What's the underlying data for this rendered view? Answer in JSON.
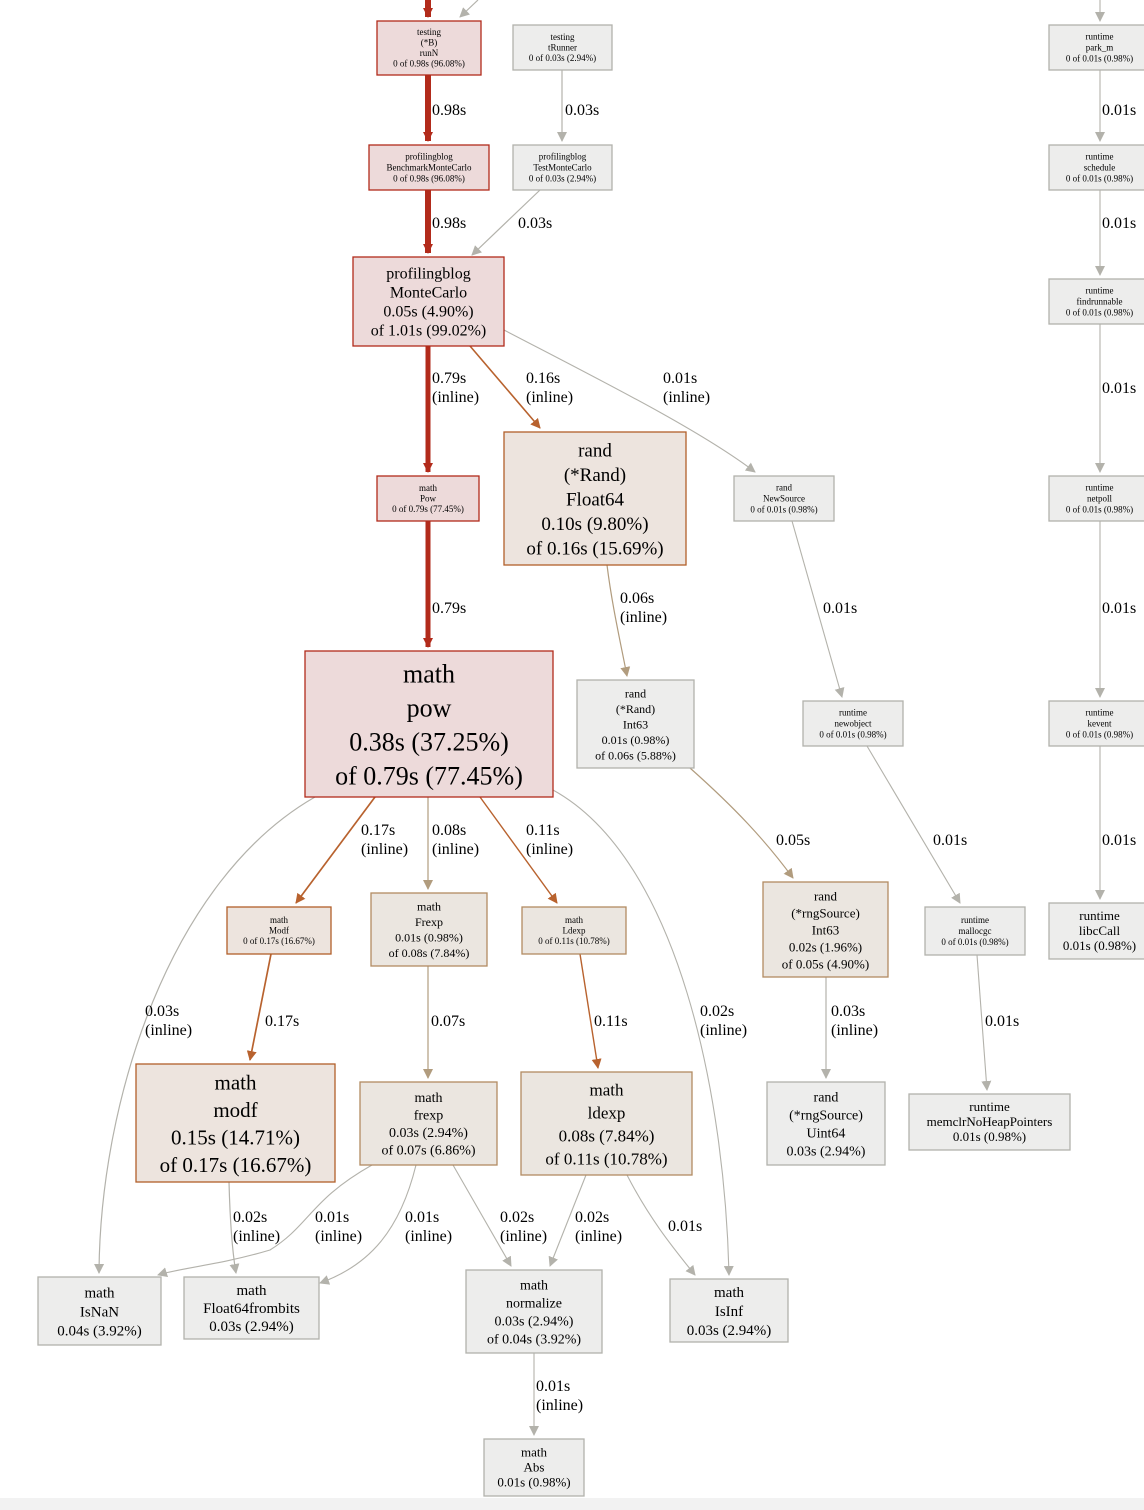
{
  "nodes": {
    "testing_runN": [
      "testing",
      "(*B)",
      "runN",
      "0 of 0.98s (96.08%)"
    ],
    "testing_tRunner": [
      "testing",
      "tRunner",
      "0 of 0.03s (2.94%)"
    ],
    "benchmark_montecarlo": [
      "profilingblog",
      "BenchmarkMonteCarlo",
      "0 of 0.98s (96.08%)"
    ],
    "test_montecarlo": [
      "profilingblog",
      "TestMonteCarlo",
      "0 of 0.03s (2.94%)"
    ],
    "montecarlo": [
      "profilingblog",
      "MonteCarlo",
      "0.05s (4.90%)",
      "of 1.01s (99.02%)"
    ],
    "math_Pow": [
      "math",
      "Pow",
      "0 of 0.79s (77.45%)"
    ],
    "rand_float64": [
      "rand",
      "(*Rand)",
      "Float64",
      "0.10s (9.80%)",
      "of 0.16s (15.69%)"
    ],
    "rand_newsource": [
      "rand",
      "NewSource",
      "0 of 0.01s (0.98%)"
    ],
    "math_pow": [
      "math",
      "pow",
      "0.38s (37.25%)",
      "of 0.79s (77.45%)"
    ],
    "rand_int63": [
      "rand",
      "(*Rand)",
      "Int63",
      "0.01s (0.98%)",
      "of 0.06s (5.88%)"
    ],
    "runtime_newobject": [
      "runtime",
      "newobject",
      "0 of 0.01s (0.98%)"
    ],
    "math_Modf": [
      "math",
      "Modf",
      "0 of 0.17s (16.67%)"
    ],
    "math_Frexp": [
      "math",
      "Frexp",
      "0.01s (0.98%)",
      "of 0.08s (7.84%)"
    ],
    "math_Ldexp": [
      "math",
      "Ldexp",
      "0 of 0.11s (10.78%)"
    ],
    "rngsource_int63": [
      "rand",
      "(*rngSource)",
      "Int63",
      "0.02s (1.96%)",
      "of 0.05s (4.90%)"
    ],
    "runtime_mallocgc": [
      "runtime",
      "mallocgc",
      "0 of 0.01s (0.98%)"
    ],
    "math_modf": [
      "math",
      "modf",
      "0.15s (14.71%)",
      "of 0.17s (16.67%)"
    ],
    "math_frexp": [
      "math",
      "frexp",
      "0.03s (2.94%)",
      "of 0.07s (6.86%)"
    ],
    "math_ldexp": [
      "math",
      "ldexp",
      "0.08s (7.84%)",
      "of 0.11s (10.78%)"
    ],
    "rngsource_uint64": [
      "rand",
      "(*rngSource)",
      "Uint64",
      "0.03s (2.94%)"
    ],
    "runtime_memclr": [
      "runtime",
      "memclrNoHeapPointers",
      "0.01s (0.98%)"
    ],
    "math_isnan": [
      "math",
      "IsNaN",
      "0.04s (3.92%)"
    ],
    "math_float64frombits": [
      "math",
      "Float64frombits",
      "0.03s (2.94%)"
    ],
    "math_normalize": [
      "math",
      "normalize",
      "0.03s (2.94%)",
      "of 0.04s (3.92%)"
    ],
    "math_isinf": [
      "math",
      "IsInf",
      "0.03s (2.94%)"
    ],
    "math_abs": [
      "math",
      "Abs",
      "0.01s (0.98%)"
    ],
    "runtime_park_m": [
      "runtime",
      "park_m",
      "0 of 0.01s (0.98%)"
    ],
    "runtime_schedule": [
      "runtime",
      "schedule",
      "0 of 0.01s (0.98%)"
    ],
    "runtime_findrunnable": [
      "runtime",
      "findrunnable",
      "0 of 0.01s (0.98%)"
    ],
    "runtime_netpoll": [
      "runtime",
      "netpoll",
      "0 of 0.01s (0.98%)"
    ],
    "runtime_kevent": [
      "runtime",
      "kevent",
      "0 of 0.01s (0.98%)"
    ],
    "runtime_libcall": [
      "runtime",
      "libcCall",
      "0.01s (0.98%)"
    ]
  },
  "edges": {
    "runN_to_benchmark": [
      "0.98s"
    ],
    "trunner_to_test": [
      "0.03s"
    ],
    "benchmark_to_montecarlo": [
      "0.98s"
    ],
    "test_to_montecarlo": [
      "0.03s"
    ],
    "montecarlo_to_Pow": [
      "0.79s",
      "(inline)"
    ],
    "montecarlo_to_float64": [
      "0.16s",
      "(inline)"
    ],
    "montecarlo_to_newsource": [
      "0.01s",
      "(inline)"
    ],
    "Pow_to_pow": [
      "0.79s"
    ],
    "float64_to_int63": [
      "0.06s",
      "(inline)"
    ],
    "newsource_to_newobject": [
      "0.01s"
    ],
    "pow_to_isnan": [
      "0.03s",
      "(inline)"
    ],
    "pow_to_Modf": [
      "0.17s",
      "(inline)"
    ],
    "pow_to_Frexp": [
      "0.08s",
      "(inline)"
    ],
    "pow_to_Ldexp": [
      "0.11s",
      "(inline)"
    ],
    "pow_to_isinf": [
      "0.02s",
      "(inline)"
    ],
    "int63_to_rngint63": [
      "0.05s"
    ],
    "newobject_to_mallocgc": [
      "0.01s"
    ],
    "Modf_to_modf": [
      "0.17s"
    ],
    "Frexp_to_frexp": [
      "0.07s"
    ],
    "Ldexp_to_ldexp": [
      "0.11s"
    ],
    "rngint63_to_uint64": [
      "0.03s",
      "(inline)"
    ],
    "mallocgc_to_memclr": [
      "0.01s"
    ],
    "modf_to_float64frombits": [
      "0.02s",
      "(inline)"
    ],
    "frexp_to_isnan": [
      "0.01s",
      "(inline)"
    ],
    "frexp_to_float64frombits": [
      "0.01s",
      "(inline)"
    ],
    "frexp_to_normalize": [
      "0.02s",
      "(inline)"
    ],
    "ldexp_to_normalize": [
      "0.02s",
      "(inline)"
    ],
    "ldexp_to_isinf": [
      "0.01s"
    ],
    "normalize_to_abs": [
      "0.01s",
      "(inline)"
    ],
    "parkm_to_schedule": [
      "0.01s"
    ],
    "schedule_to_findrunnable": [
      "0.01s"
    ],
    "findrunnable_to_netpoll": [
      "0.01s"
    ],
    "netpoll_to_kevent": [
      "0.01s"
    ],
    "kevent_to_libcall": [
      "0.01s"
    ]
  }
}
